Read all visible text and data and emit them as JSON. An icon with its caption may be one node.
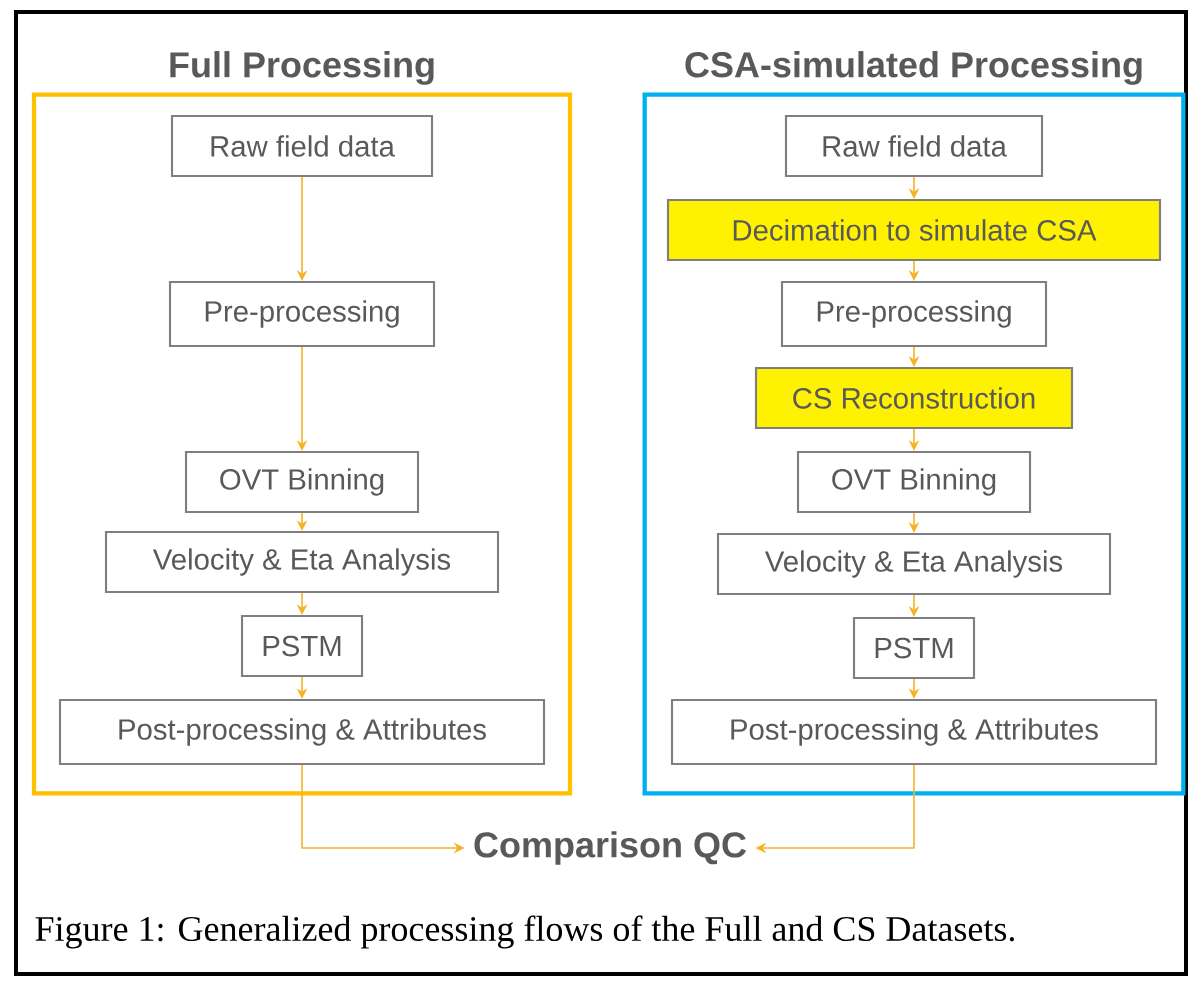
{
  "diagram": {
    "caption": "Figure 1:  Generalized processing flows of the Full and CS Datasets.",
    "nodes": [
      {
        "text": [
          "Full Processing"
        ]
      },
      {
        "text": [
          "Raw field data"
        ],
        "in": 0
      },
      {
        "text": [
          "Pre-processing"
        ],
        "in": 0
      },
      {
        "text": [
          "OVT Binning"
        ],
        "in": 0
      },
      {
        "text": [
          "Velocity & Eta Analysis"
        ],
        "in": 0
      },
      {
        "text": [
          "PSTM"
        ],
        "in": 0
      },
      {
        "text": [
          "Post-processing & Attributes"
        ],
        "in": 0
      },
      {
        "text": [
          "CSA-simulated Processing"
        ]
      },
      {
        "text": [
          "Raw field data"
        ],
        "in": 7
      },
      {
        "text": [
          "Decimation to simulate CSA"
        ],
        "in": 7
      },
      {
        "text": [
          "Pre-processing"
        ],
        "in": 7
      },
      {
        "text": [
          "CS Reconstruction"
        ],
        "in": 7
      },
      {
        "text": [
          "OVT Binning"
        ],
        "in": 7
      },
      {
        "text": [
          "Velocity & Eta Analysis"
        ],
        "in": 7
      },
      {
        "text": [
          "PSTM"
        ],
        "in": 7
      },
      {
        "text": [
          "Post-processing & Attributes"
        ],
        "in": 7
      },
      {
        "text": [
          "Comparison QC"
        ]
      }
    ],
    "edges": [
      {
        "from": 1,
        "to": 2,
        "arrow": "to"
      },
      {
        "from": 2,
        "to": 3,
        "arrow": "to"
      },
      {
        "from": 3,
        "to": 4,
        "arrow": "to"
      },
      {
        "from": 4,
        "to": 5,
        "arrow": "to"
      },
      {
        "from": 5,
        "to": 6,
        "arrow": "to"
      },
      {
        "from": 8,
        "to": 9,
        "arrow": "to"
      },
      {
        "from": 9,
        "to": 10,
        "arrow": "to"
      },
      {
        "from": 10,
        "to": 11,
        "arrow": "to"
      },
      {
        "from": 11,
        "to": 12,
        "arrow": "to"
      },
      {
        "from": 12,
        "to": 13,
        "arrow": "to"
      },
      {
        "from": 13,
        "to": 14,
        "arrow": "to"
      },
      {
        "from": 14,
        "to": 15,
        "arrow": "to"
      },
      {
        "from": 6,
        "to": 16,
        "arrow": "to"
      },
      {
        "from": 15,
        "to": 16,
        "arrow": "to"
      }
    ]
  }
}
